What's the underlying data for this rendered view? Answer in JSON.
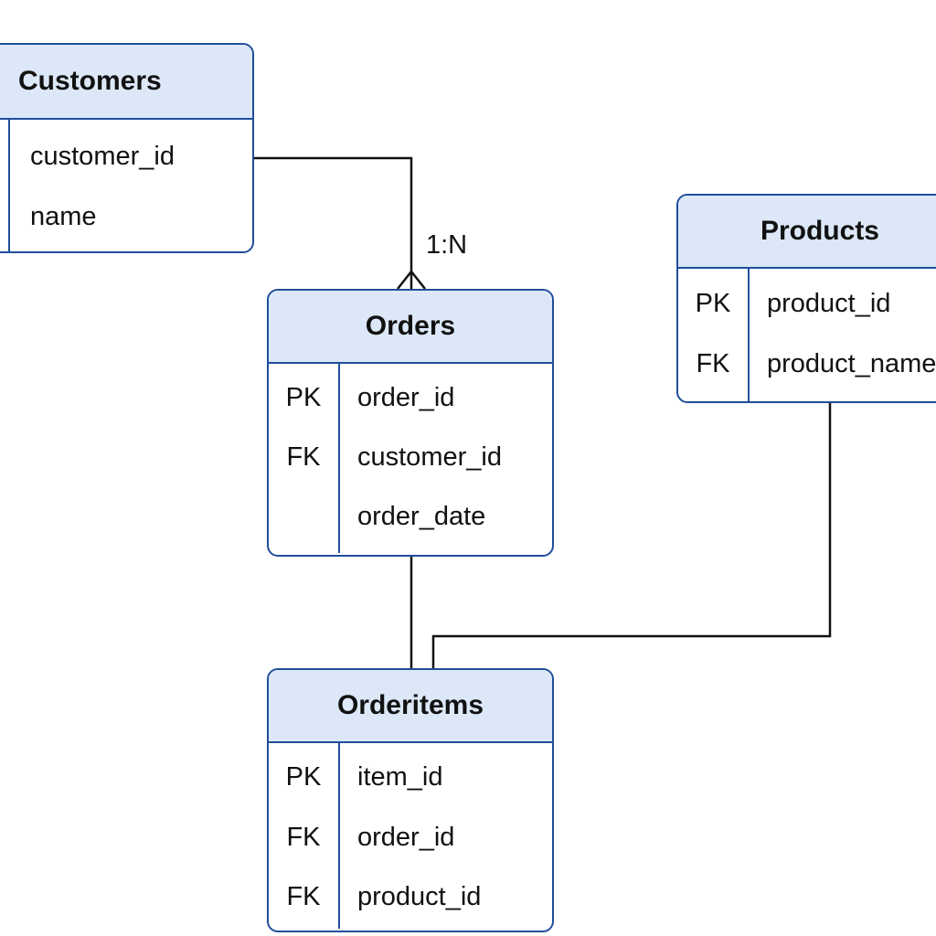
{
  "entities": {
    "customers": {
      "title": "Customers",
      "rows": [
        {
          "key": "",
          "field": "customer_id"
        },
        {
          "key": "",
          "field": "name"
        }
      ]
    },
    "orders": {
      "title": "Orders",
      "rows": [
        {
          "key": "PK",
          "field": "order_id"
        },
        {
          "key": "FK",
          "field": "customer_id"
        },
        {
          "key": "",
          "field": "order_date"
        }
      ]
    },
    "products": {
      "title": "Products",
      "rows": [
        {
          "key": "PK",
          "field": "product_id"
        },
        {
          "key": "FK",
          "field": "product_name"
        }
      ]
    },
    "orderitems": {
      "title": "Orderitems",
      "rows": [
        {
          "key": "PK",
          "field": "item_id"
        },
        {
          "key": "FK",
          "field": "order_id"
        },
        {
          "key": "FK",
          "field": "product_id"
        }
      ]
    }
  },
  "relationships": [
    {
      "from": "Customers",
      "to": "Orders",
      "label": "1:N"
    },
    {
      "from": "Orders",
      "to": "Orderitems",
      "label": ""
    },
    {
      "from": "Products",
      "to": "Orderitems",
      "label": ""
    }
  ],
  "colors": {
    "border": "#1f4e9a",
    "header_fill": "#dce8f8",
    "connector": "#111111",
    "text": "#111111"
  }
}
